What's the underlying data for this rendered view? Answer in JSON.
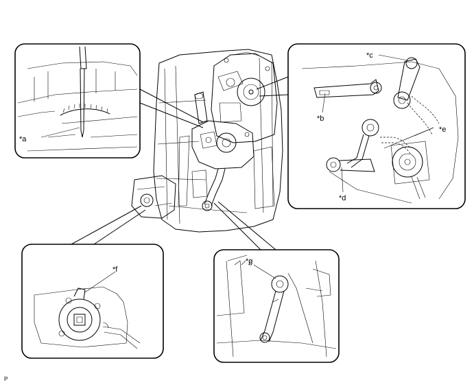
{
  "diagram": {
    "labels": {
      "a": "*a",
      "b": "*b",
      "c": "*c",
      "d": "*d",
      "e": "*e",
      "f": "*f",
      "g": "*g"
    },
    "reference_code": "P"
  }
}
